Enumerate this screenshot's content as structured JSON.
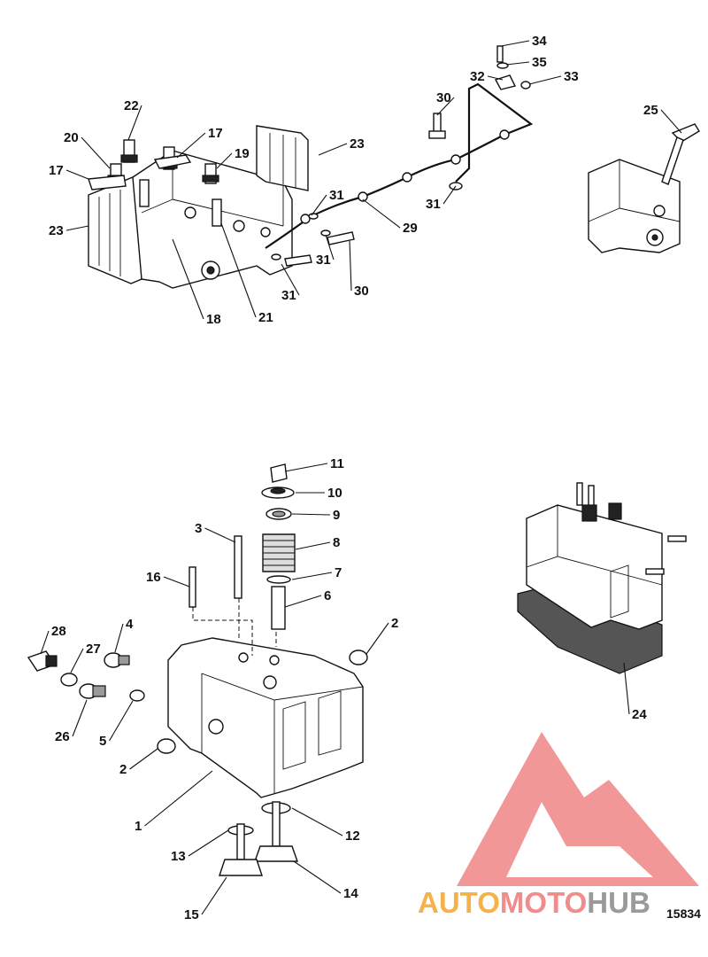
{
  "figure_number": "15834",
  "watermark": {
    "part_a": "AUTO",
    "part_b": "MOTO",
    "part_c": "HUB",
    "color_a": "#f5b24a",
    "color_b": "#f08c8c",
    "color_c": "#9a9a9a",
    "triangle_color": "#f08c8c"
  },
  "callouts": [
    {
      "label": "34"
    },
    {
      "label": "35"
    },
    {
      "label": "32"
    },
    {
      "label": "33"
    },
    {
      "label": "30"
    },
    {
      "label": "25"
    },
    {
      "label": "22"
    },
    {
      "label": "20"
    },
    {
      "label": "17"
    },
    {
      "label": "19"
    },
    {
      "label": "23"
    },
    {
      "label": "17"
    },
    {
      "label": "23"
    },
    {
      "label": "31"
    },
    {
      "label": "31"
    },
    {
      "label": "29"
    },
    {
      "label": "31"
    },
    {
      "label": "30"
    },
    {
      "label": "31"
    },
    {
      "label": "18"
    },
    {
      "label": "21"
    },
    {
      "label": "11"
    },
    {
      "label": "10"
    },
    {
      "label": "9"
    },
    {
      "label": "3"
    },
    {
      "label": "8"
    },
    {
      "label": "7"
    },
    {
      "label": "16"
    },
    {
      "label": "6"
    },
    {
      "label": "2"
    },
    {
      "label": "28"
    },
    {
      "label": "4"
    },
    {
      "label": "27"
    },
    {
      "label": "26"
    },
    {
      "label": "5"
    },
    {
      "label": "2"
    },
    {
      "label": "1"
    },
    {
      "label": "12"
    },
    {
      "label": "13"
    },
    {
      "label": "14"
    },
    {
      "label": "15"
    },
    {
      "label": "24"
    }
  ]
}
